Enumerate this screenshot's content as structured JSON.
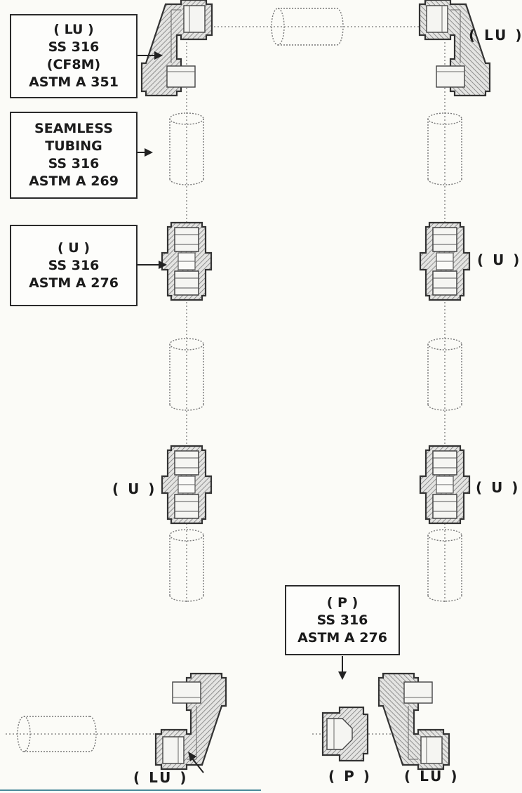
{
  "callouts": {
    "elbow_material": [
      "( LU )",
      "SS 316",
      "(CF8M)",
      "ASTM A 351"
    ],
    "tubing_material": [
      "SEAMLESS",
      "TUBING",
      "SS 316",
      "ASTM A 269"
    ],
    "union_material": [
      "( U )",
      "SS 316",
      "ASTM A 276"
    ],
    "plug_material": [
      "( P )",
      "SS 316",
      "ASTM A 276"
    ]
  },
  "tags": {
    "elbow_top_right": "( LU )",
    "union_right_upper": "( U )",
    "union_left_lower": "( U )",
    "union_right_lower": "( U )",
    "elbow_bottom_left": "( LU )",
    "plug_bottom": "( P )",
    "elbow_bottom_right": "( LU )"
  }
}
